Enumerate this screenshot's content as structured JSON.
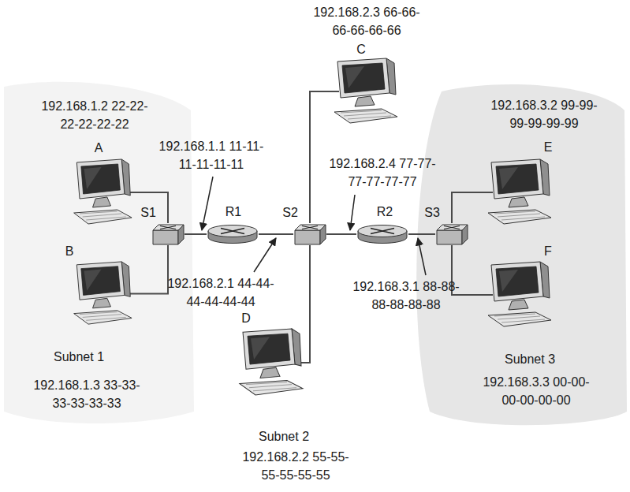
{
  "diagram": {
    "nodes": [
      {
        "text": [
          "A",
          "192.168.1.2 22-22-22-22-22-22"
        ]
      },
      {
        "text": [
          "B",
          "192.168.1.3 33-33-33-33-33-33"
        ]
      },
      {
        "text": [
          "S1"
        ]
      },
      {
        "text": [
          "R1"
        ]
      },
      {
        "text": [
          "C",
          "192.168.2.3 66-66-66-66-66-66"
        ]
      },
      {
        "text": [
          "S2"
        ]
      },
      {
        "text": [
          "D",
          "192.168.2.2 55-55-55-55-55-55"
        ]
      },
      {
        "text": [
          "R2"
        ]
      },
      {
        "text": [
          "S3"
        ]
      },
      {
        "text": [
          "E",
          "192.168.3.2 99-99-99-99-99-99"
        ]
      },
      {
        "text": [
          "F",
          "192.168.3.3 00-00-00-00-00-00"
        ]
      }
    ],
    "edges": [
      {
        "from": 0,
        "to": 2,
        "arrow": "none"
      },
      {
        "from": 1,
        "to": 2,
        "arrow": "none"
      },
      {
        "from": 2,
        "to": 3,
        "arrow": "none"
      },
      {
        "from": 3,
        "to": 5,
        "arrow": "none"
      },
      {
        "from": 4,
        "to": 5,
        "arrow": "none"
      },
      {
        "from": 6,
        "to": 5,
        "arrow": "none"
      },
      {
        "from": 5,
        "to": 7,
        "arrow": "none"
      },
      {
        "from": 7,
        "to": 8,
        "arrow": "none"
      },
      {
        "from": 8,
        "to": 9,
        "arrow": "none"
      },
      {
        "from": 8,
        "to": 10,
        "arrow": "none"
      }
    ],
    "labels": [
      "192.168.1.1 11-11-11-11-11-11",
      "192.168.2.4 77-77-77-77-77-77",
      "192.168.2.1 44-44-44-44-44-44",
      "192.168.3.1 88-88-88-88-88-88",
      "Subnet 1",
      "Subnet 2",
      "Subnet 3"
    ]
  }
}
